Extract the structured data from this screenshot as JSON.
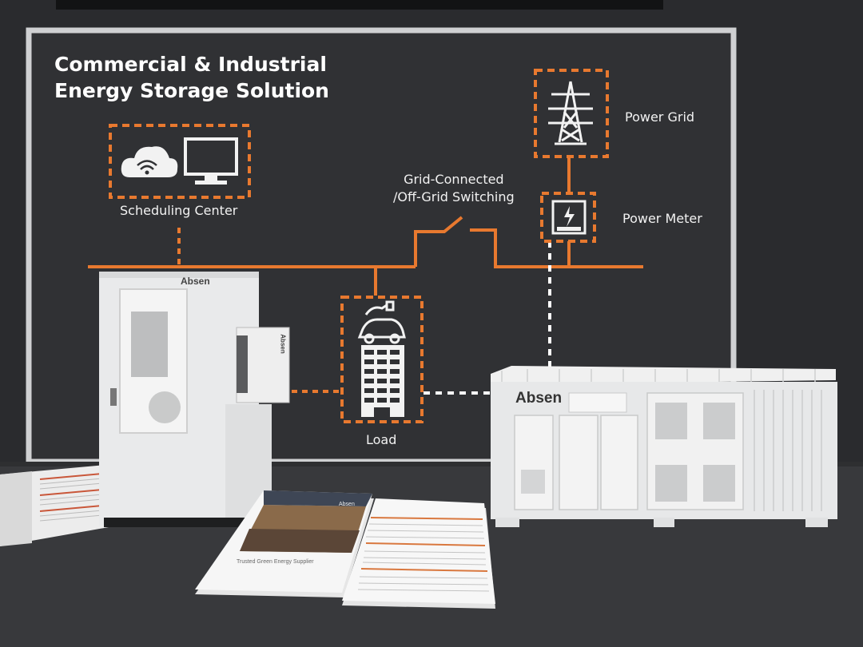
{
  "board": {
    "title_line1": "Commercial & Industrial",
    "title_line2": "Energy Storage Solution",
    "scheduling_center": "Scheduling Center",
    "switching_line1": "Grid-Connected",
    "switching_line2": "/Off-Grid Switching",
    "power_grid": "Power Grid",
    "power_meter": "Power Meter",
    "load": "Load"
  },
  "products": {
    "brand": "Absen",
    "brochure_cover_tag": "Absen",
    "brochure_cover_caption": "Trusted Green Energy Supplier"
  },
  "colors": {
    "board": "#2f3033",
    "accent_orange": "#e8792f",
    "frame": "#cfd0d2",
    "product_white": "#e9eaeb"
  },
  "icons": [
    "cloud-wifi-icon",
    "monitor-icon",
    "transmission-tower-icon",
    "power-meter-icon",
    "ev-charging-car-icon",
    "building-icon"
  ]
}
